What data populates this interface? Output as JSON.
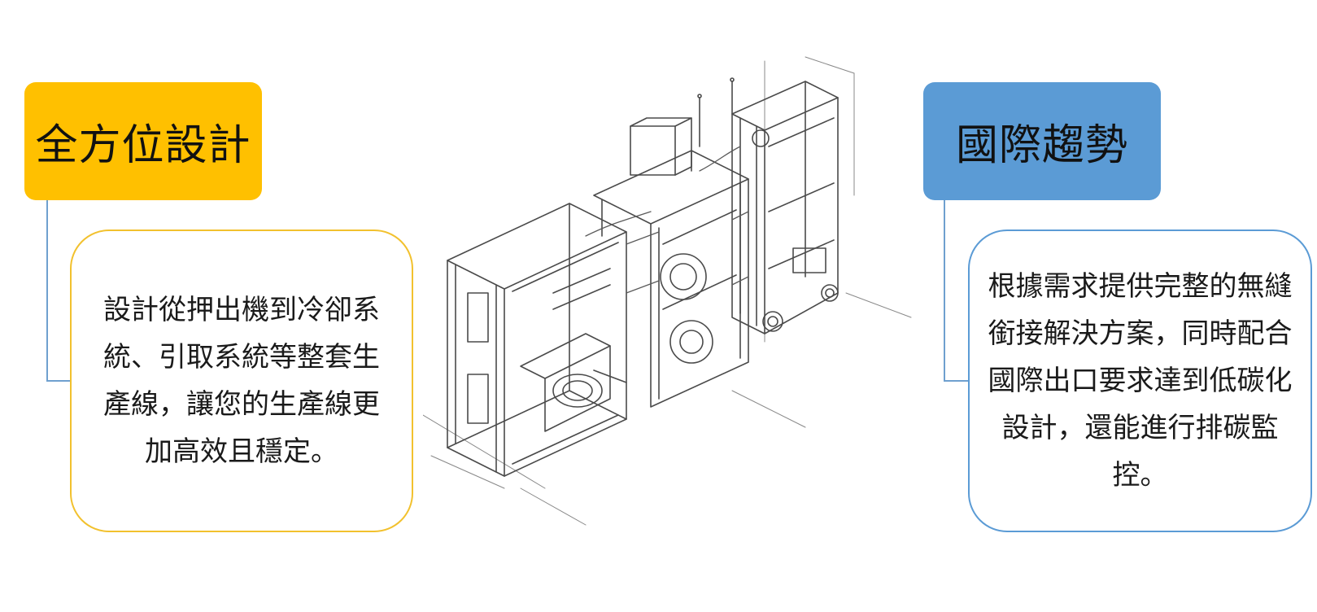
{
  "left": {
    "title": "全方位設計",
    "description": "設計從押出機到冷卻系統、引取系統等整套生產線，讓您的生產線更加高效且穩定。",
    "title_color": "#FFC000",
    "border_color": "#F2C12E"
  },
  "right": {
    "title": "國際趨勢",
    "description": "根據需求提供完整的無縫銜接解決方案，同時配合國際出口要求達到低碳化設計，還能進行排碳監控。",
    "title_color": "#5B9BD5",
    "border_color": "#5B9BD5"
  },
  "connector_color": "#6FA0CF",
  "illustration": "machine-line-drawing"
}
